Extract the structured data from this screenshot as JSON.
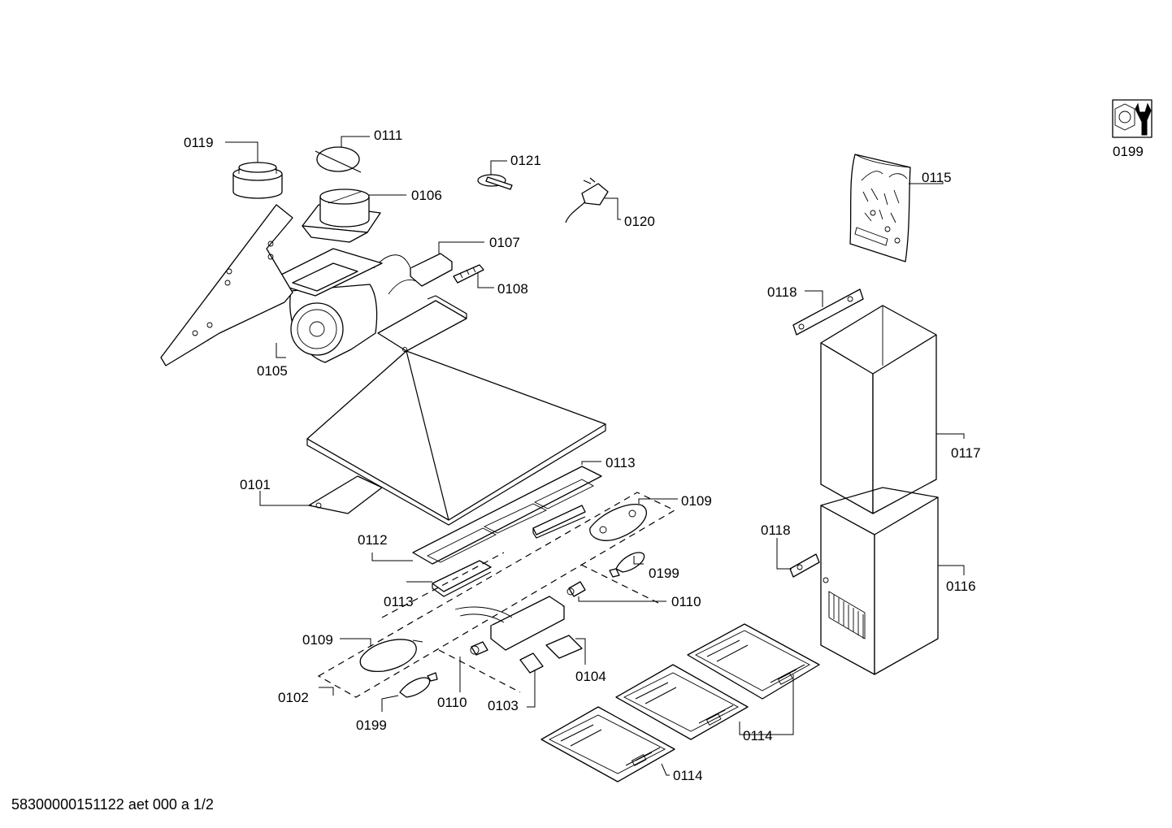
{
  "footer": {
    "document_id": "58300000151122 aet 000 a 1/2"
  },
  "tool_badge": {
    "label": "0199",
    "icon": "nut-wrench-icon"
  },
  "labels": {
    "l0119": "0119",
    "l0111": "0111",
    "l0121": "0121",
    "l0106": "0106",
    "l0120": "0120",
    "l0107": "0107",
    "l0108": "0108",
    "l0105": "0105",
    "l0115": "0115",
    "l0118a": "0118",
    "l0117": "0117",
    "l0113a": "0113",
    "l0109a": "0109",
    "l0101": "0101",
    "l0112": "0112",
    "l0199a": "0199",
    "l0113b": "0113",
    "l0110a": "0110",
    "l0118b": "0118",
    "l0116": "0116",
    "l0109b": "0109",
    "l0104": "0104",
    "l0102": "0102",
    "l0110b": "0110",
    "l0103": "0103",
    "l0199b": "0199",
    "l0114a": "0114",
    "l0114b": "0114"
  }
}
